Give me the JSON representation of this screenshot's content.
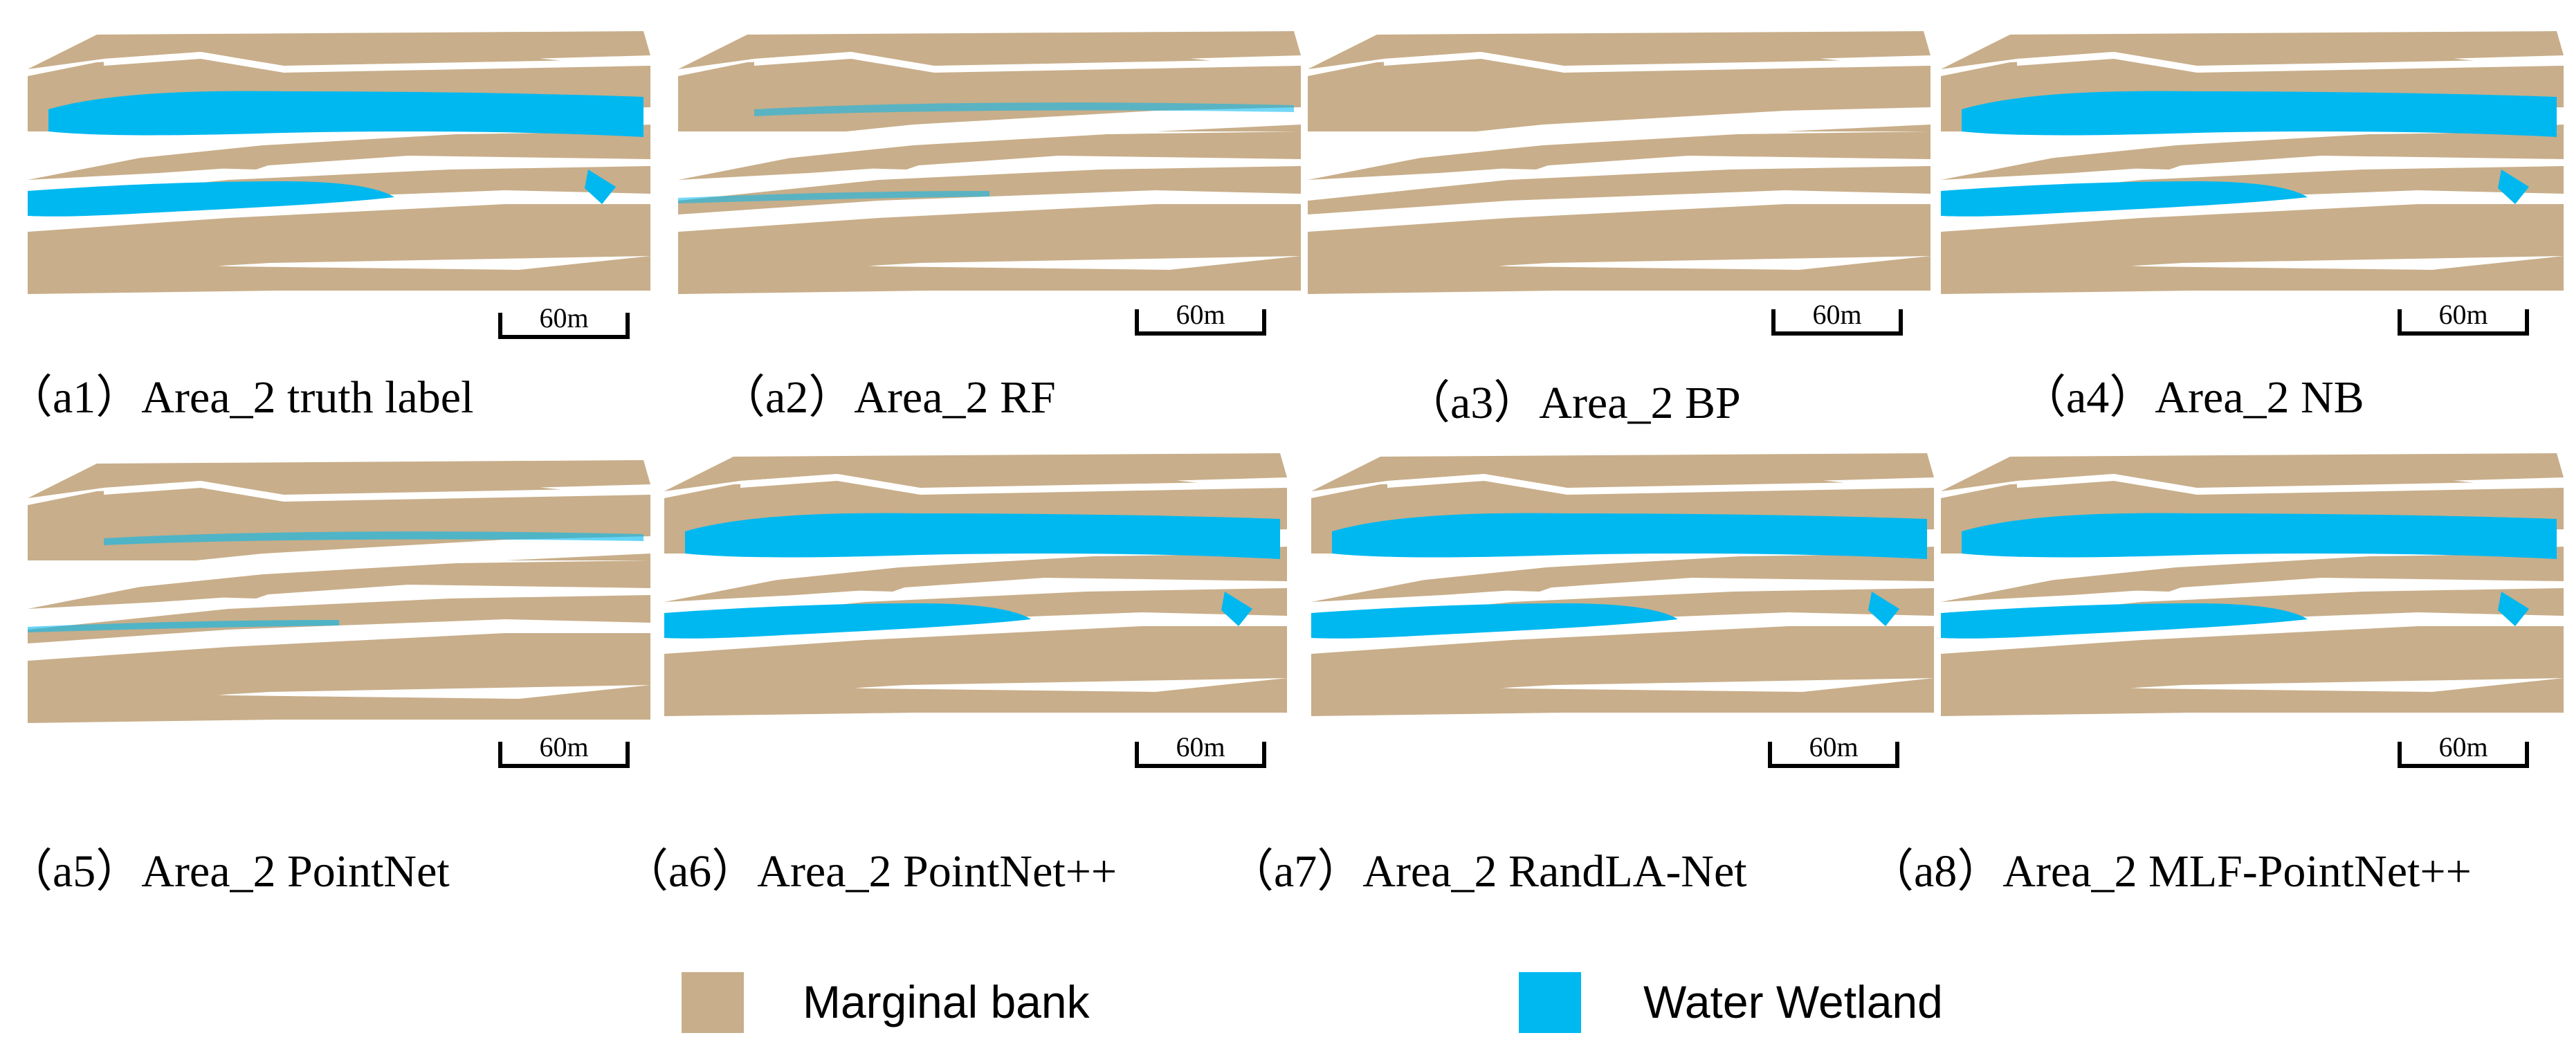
{
  "colors": {
    "bank": "#c8ae8a",
    "water": "#00b8f0"
  },
  "panels": [
    {
      "caption": "（a1）Area_2 truth label",
      "scale_label": "60m",
      "water": "full"
    },
    {
      "caption": "（a2）Area_2 RF",
      "scale_label": "60m",
      "water": "trace"
    },
    {
      "caption": "（a3）Area_2 BP",
      "scale_label": "60m",
      "water": "none"
    },
    {
      "caption": "（a4）Area_2 NB",
      "scale_label": "60m",
      "water": "full"
    },
    {
      "caption": "（a5）Area_2 PointNet",
      "scale_label": "60m",
      "water": "trace"
    },
    {
      "caption": "（a6）Area_2 PointNet++",
      "scale_label": "60m",
      "water": "full"
    },
    {
      "caption": "（a7）Area_2 RandLA-Net",
      "scale_label": "60m",
      "water": "full"
    },
    {
      "caption": "（a8）Area_2 MLF-PointNet++",
      "scale_label": "60m",
      "water": "full"
    }
  ],
  "legend": [
    {
      "label": "Marginal bank",
      "color_key": "bank"
    },
    {
      "label": "Water Wetland",
      "color_key": "water"
    }
  ]
}
